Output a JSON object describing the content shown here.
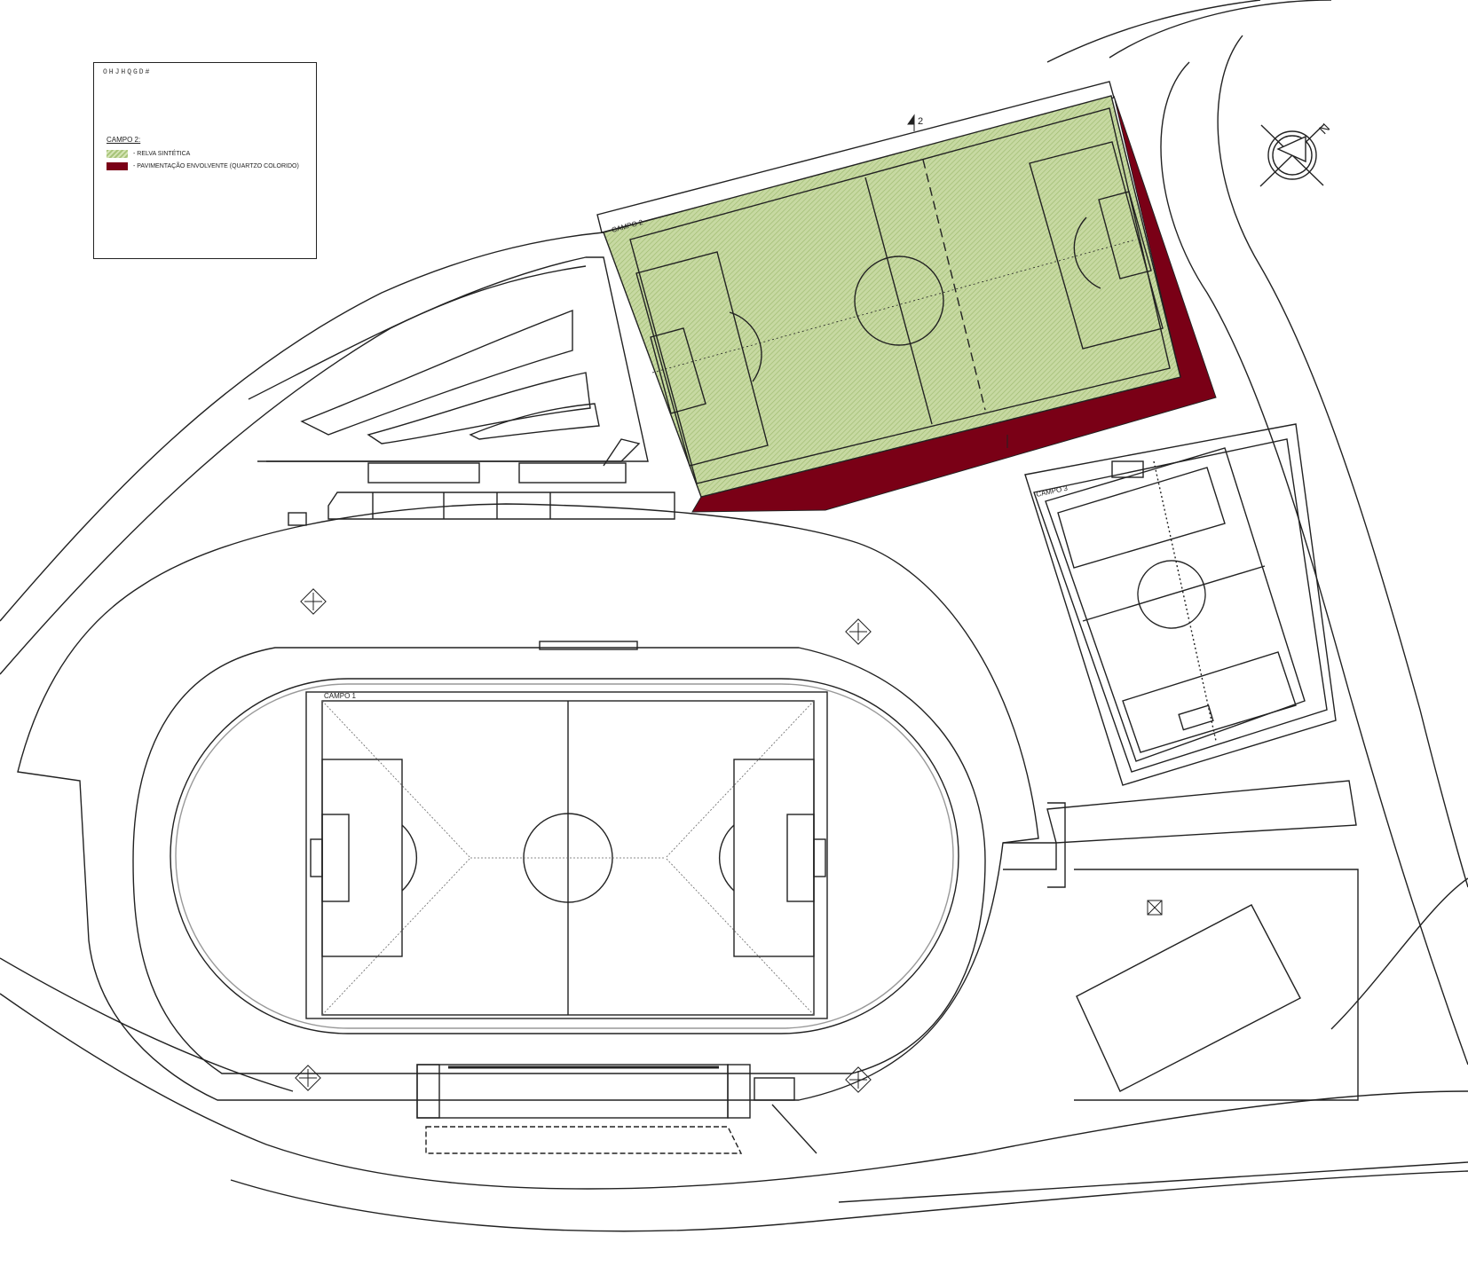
{
  "legend": {
    "code": "OHJHQGD#",
    "heading": "CAMPO 2:",
    "items": [
      {
        "label": "- RELVA SINTÉTICA",
        "color": "#b9cf8e"
      },
      {
        "label": "- PAVIMENTAÇÃO ENVOLVENTE (QUARTZO COLORIDO)",
        "color": "#7a0016"
      }
    ]
  },
  "fields": {
    "campo1": "CAMPO 1",
    "campo2": "CAMPO 2",
    "campo3": "CAMPO 3"
  },
  "section_marker": "2",
  "north_label": "N",
  "colors": {
    "grass": "#b9cf8e",
    "paving": "#7a0016",
    "line": "#222222"
  }
}
